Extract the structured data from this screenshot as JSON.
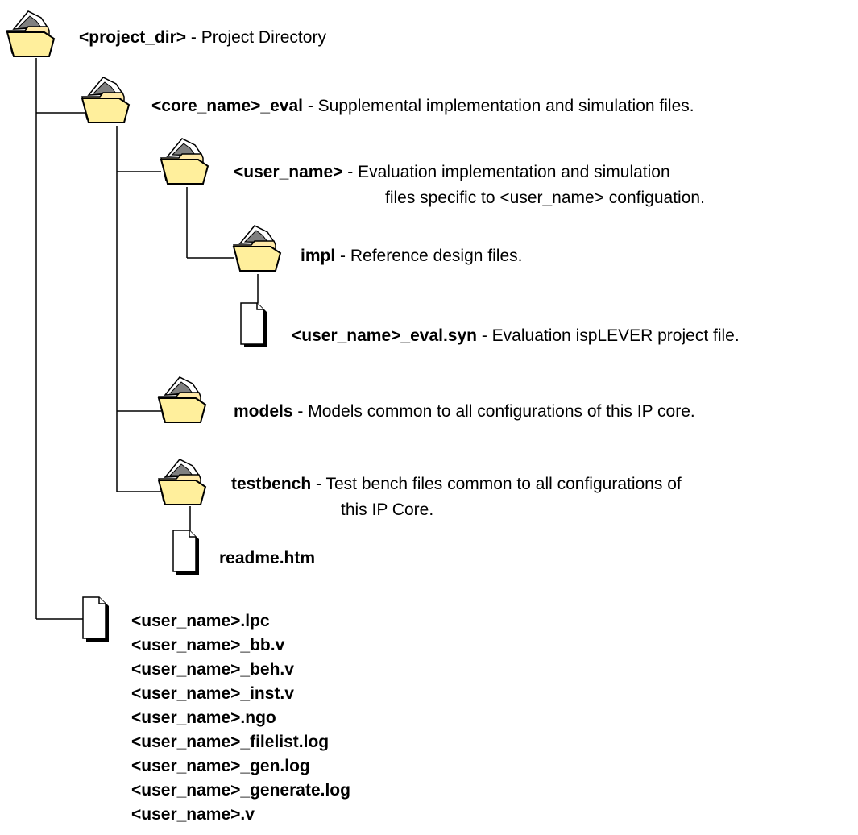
{
  "tree": {
    "project_dir": {
      "name": "<project_dir>",
      "sep": " - ",
      "desc": "Project Directory",
      "icon": "folder-icon"
    },
    "core_eval": {
      "name": "<core_name>_eval",
      "sep": " - ",
      "desc": "Supplemental implementation and simulation files.",
      "icon": "folder-icon"
    },
    "user_name_dir": {
      "name": "<user_name>",
      "sep": " - ",
      "desc_line1": "Evaluation implementation and simulation",
      "desc_line2": "files specific to <user_name> configuation.",
      "icon": "folder-icon"
    },
    "impl": {
      "name": "impl",
      "sep": " - ",
      "desc": "Reference design files.",
      "icon": "folder-icon"
    },
    "eval_syn": {
      "name": "<user_name>_eval.syn",
      "sep": " - ",
      "desc": "Evaluation ispLEVER project file.",
      "icon": "file-icon"
    },
    "models": {
      "name": "models",
      "sep": " - ",
      "desc": "Models common to all configurations of this IP core.",
      "icon": "folder-icon"
    },
    "testbench": {
      "name": "testbench",
      "sep": " - ",
      "desc_line1": "Test bench files common to all configurations of",
      "desc_line2": "this IP Core.",
      "icon": "folder-icon"
    },
    "readme": {
      "name": "readme.htm",
      "icon": "file-icon"
    },
    "root_files": {
      "icon": "file-icon",
      "files": [
        "<user_name>.lpc",
        "<user_name>_bb.v",
        "<user_name>_beh.v",
        "<user_name>_inst.v",
        "<user_name>.ngo",
        "<user_name>_filelist.log",
        "<user_name>_gen.log",
        "<user_name>_generate.log",
        "<user_name>.v"
      ]
    }
  }
}
